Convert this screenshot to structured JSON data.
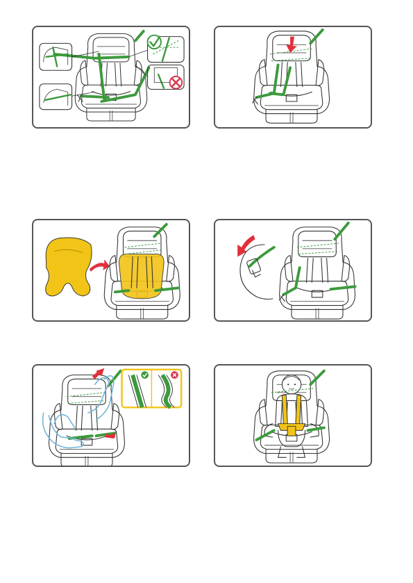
{
  "page": {
    "background": "#ffffff"
  },
  "colors": {
    "belt": "#3c9a3c",
    "arrow": "#e0303a",
    "cushion": "#f2c417",
    "hand": "#6fb5d6",
    "check": "#3c9a3c",
    "cross": "#d9344a"
  },
  "panels": [
    {
      "id": "step-1",
      "icons": [
        "seat-icon",
        "belt-routing-detail-icon",
        "check-icon",
        "cross-icon"
      ]
    },
    {
      "id": "step-2",
      "icons": [
        "seat-icon",
        "down-arrow-icon"
      ]
    },
    {
      "id": "step-3",
      "icons": [
        "seat-icon",
        "cushion-icon",
        "right-arrow-icon"
      ]
    },
    {
      "id": "step-4",
      "icons": [
        "seat-icon",
        "buckle-detail-icon",
        "curved-arrow-icon"
      ]
    },
    {
      "id": "step-5",
      "icons": [
        "seat-icon",
        "hands-icon",
        "check-icon",
        "cross-icon"
      ]
    },
    {
      "id": "step-6",
      "icons": [
        "seat-icon",
        "child-icon"
      ]
    }
  ]
}
